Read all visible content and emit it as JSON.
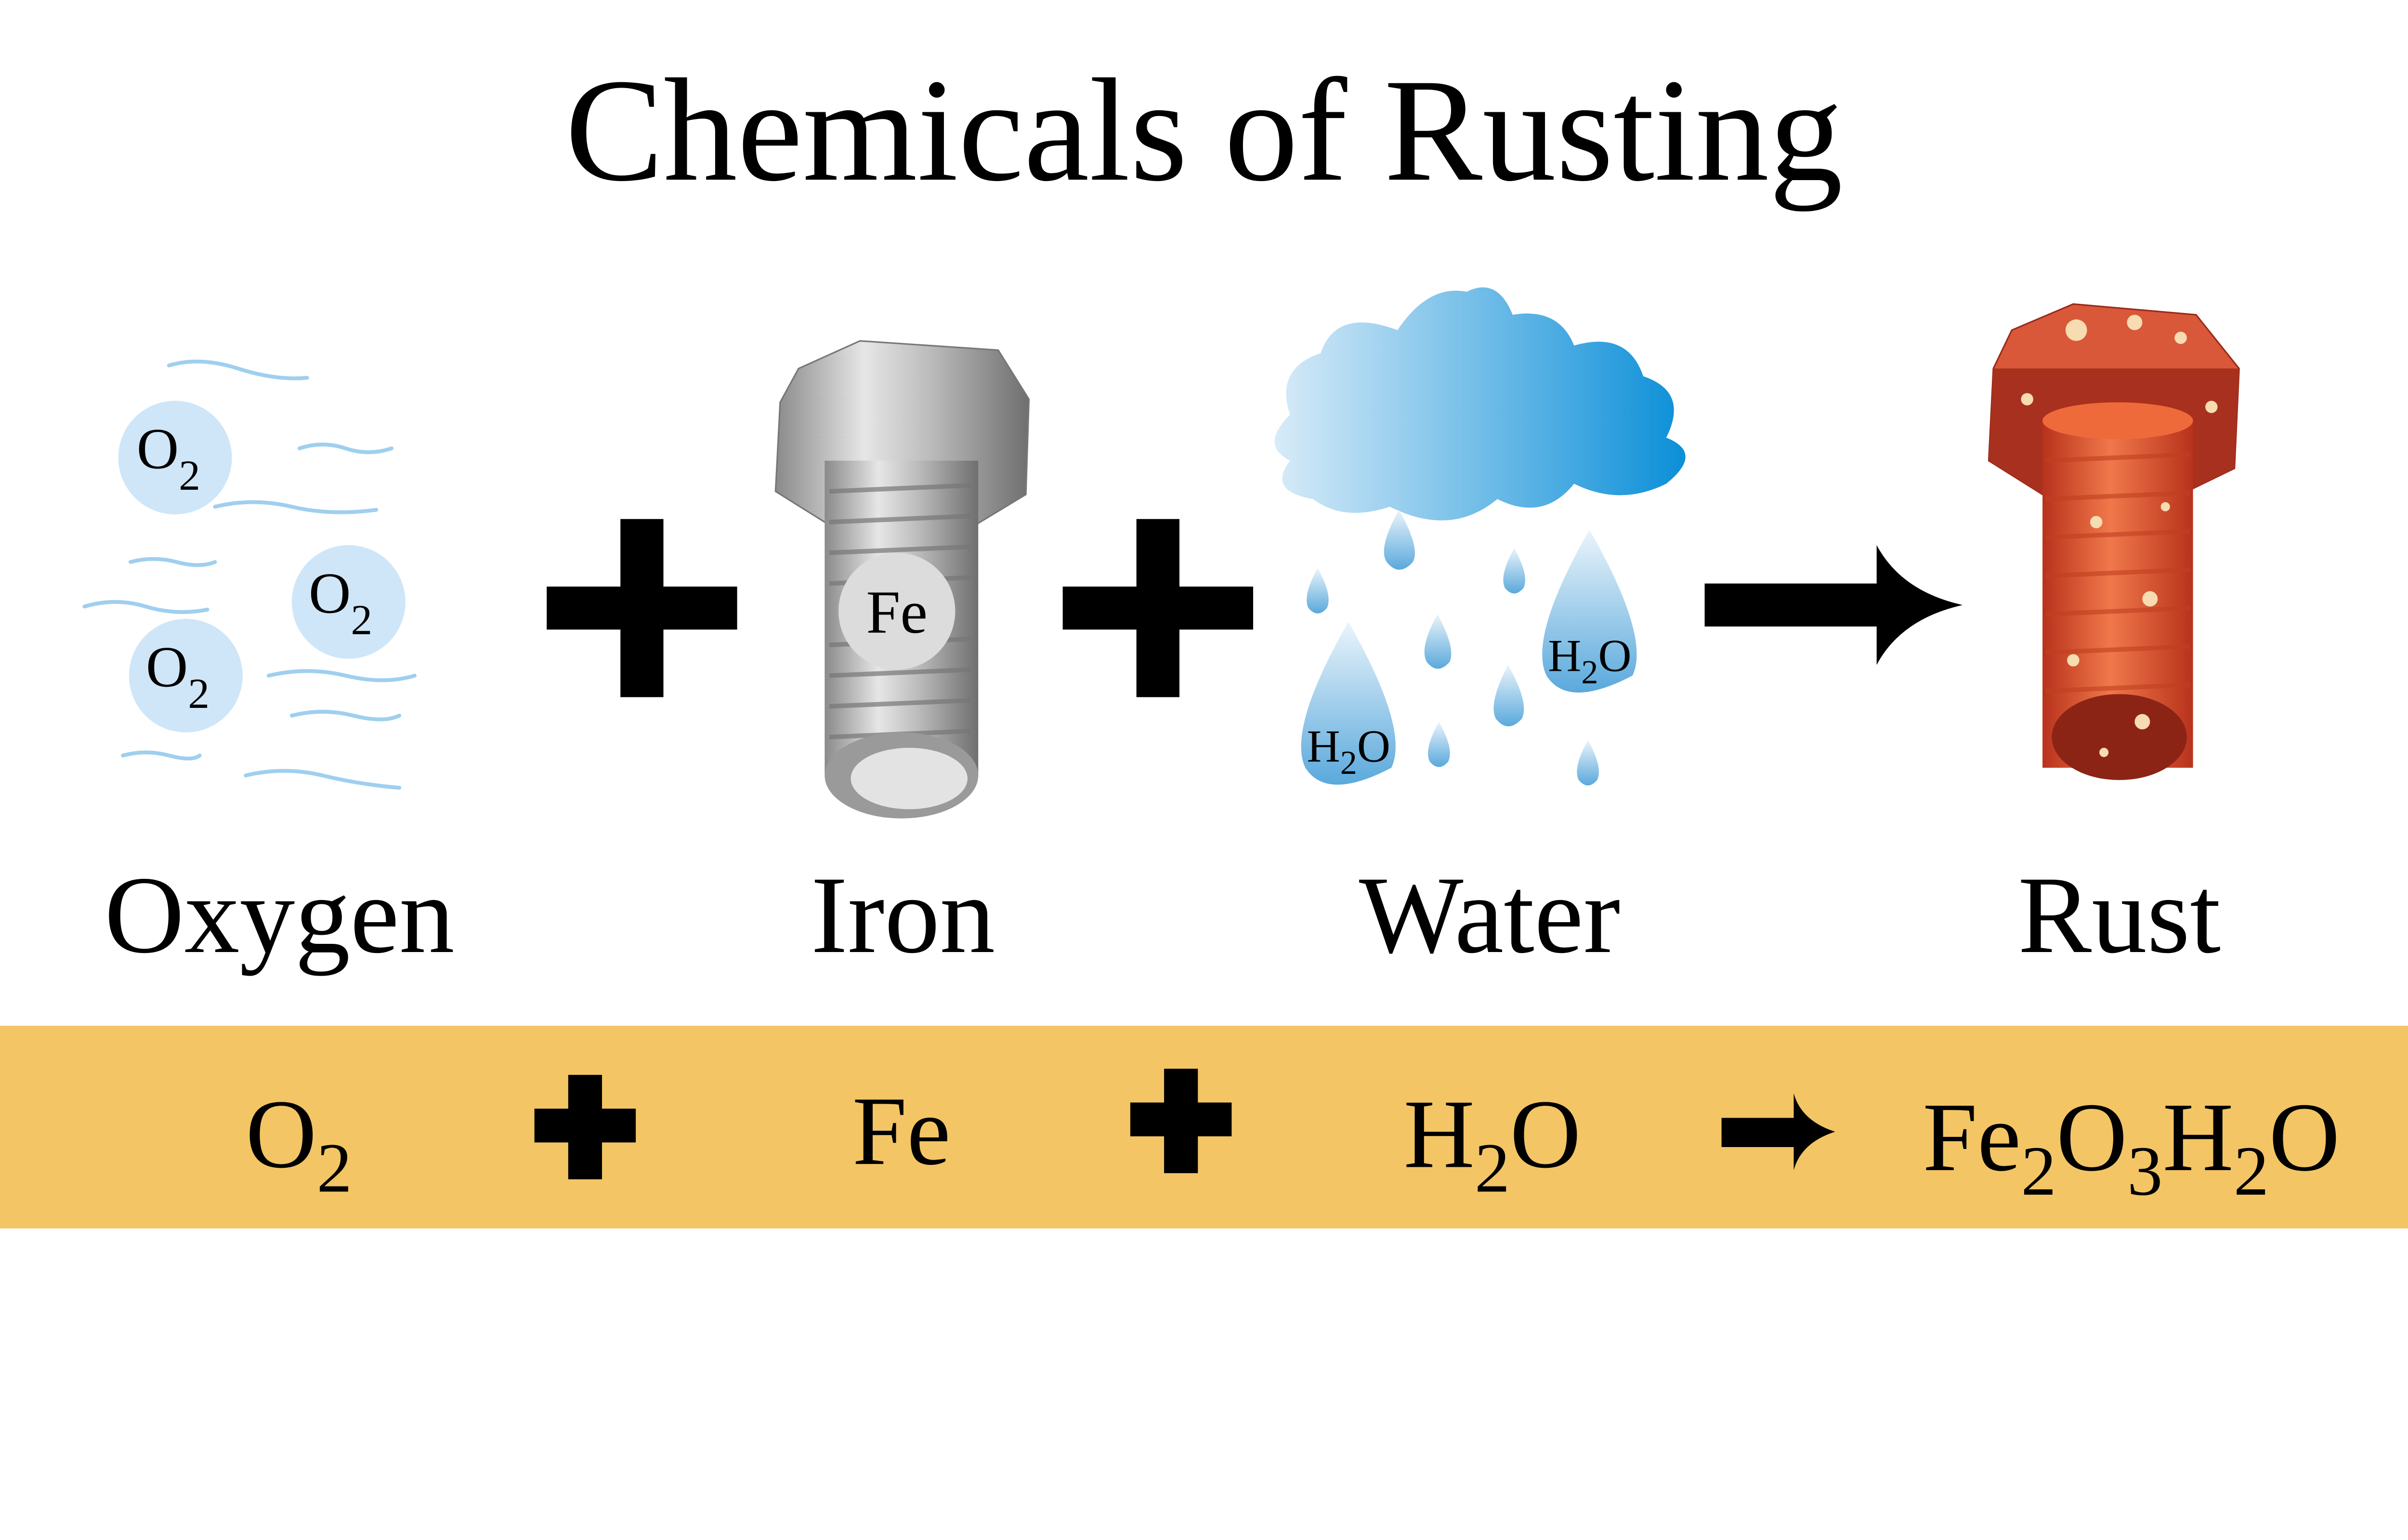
{
  "title": "Chemicals of Rusting",
  "colors": {
    "equation_bar": "#F3C565",
    "oxygen_bubble": "#CFE6F8",
    "wind_lines": "#9FCFF0",
    "water": "#4AA3DD",
    "iron": "#BDBDBD",
    "rust": "#E0572E"
  },
  "reactants": {
    "oxygen": {
      "label": "Oxygen",
      "bubble_text": {
        "base": "O",
        "sub": "2"
      },
      "icon": "oxygen-molecules-icon"
    },
    "iron": {
      "label": "Iron",
      "bubble_text": "Fe",
      "icon": "iron-bolt-icon"
    },
    "water": {
      "label": "Water",
      "drop_text": {
        "base": "H",
        "sub": "2",
        "tail": "O"
      },
      "icon": "rain-cloud-icon"
    }
  },
  "product": {
    "label": "Rust",
    "icon": "rusty-bolt-icon"
  },
  "equation": {
    "o2": {
      "base": "O",
      "sub": "2"
    },
    "fe": "Fe",
    "h2o": {
      "base": "H",
      "sub": "2",
      "tail": "O"
    },
    "rust": {
      "a": "Fe",
      "a_sub": "2",
      "b": "O",
      "b_sub": "3",
      "c": "H",
      "c_sub": "2",
      "d": "O"
    }
  }
}
